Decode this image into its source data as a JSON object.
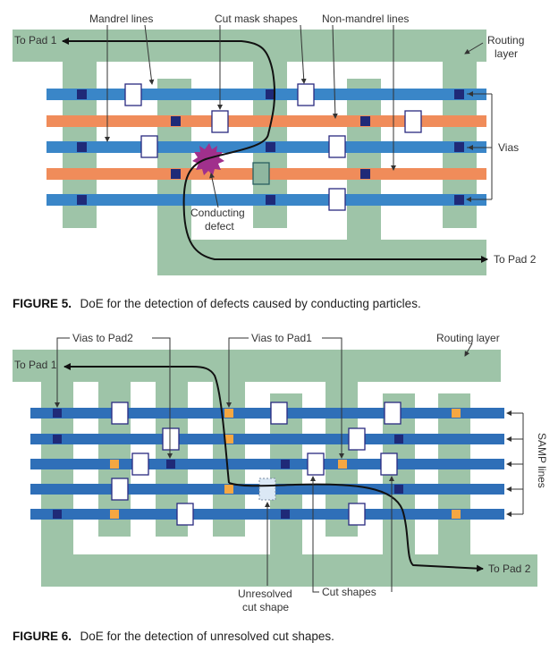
{
  "figure5": {
    "labels": {
      "mandrel_lines": "Mandrel lines",
      "cut_mask_shapes": "Cut mask shapes",
      "non_mandrel_lines": "Non-mandrel lines",
      "to_pad1": "To Pad 1",
      "routing_layer_line1": "Routing",
      "routing_layer_line2": "layer",
      "vias": "Vias",
      "conducting_defect_line1": "Conducting",
      "conducting_defect_line2": "defect",
      "to_pad2": "To Pad 2"
    },
    "caption_label": "FIGURE 5.",
    "caption_text": "DoE for the detection of defects caused by conducting particles."
  },
  "figure6": {
    "labels": {
      "vias_to_pad2": "Vias to Pad2",
      "vias_to_pad1": "Vias to Pad1",
      "routing_layer": "Routing layer",
      "to_pad1": "To Pad 1",
      "samp_lines": "SAMP lines",
      "unresolved_cut_shape_line1": "Unresolved",
      "unresolved_cut_shape_line2": "cut shape",
      "cut_shapes": "Cut shapes",
      "to_pad2": "To Pad 2"
    },
    "caption_label": "FIGURE 6.",
    "caption_text": "DoE for the detection of unresolved cut shapes."
  },
  "colors": {
    "routing_green": "#9ec4a8",
    "mandrel_blue": "#3a86c8",
    "non_mandrel_orange": "#f08c5a",
    "samp_blue": "#2f6fb8",
    "via_navy": "#1f2a78",
    "via_orange": "#f5a742",
    "defect_purple": "#a0308c",
    "path_black": "#111111"
  }
}
